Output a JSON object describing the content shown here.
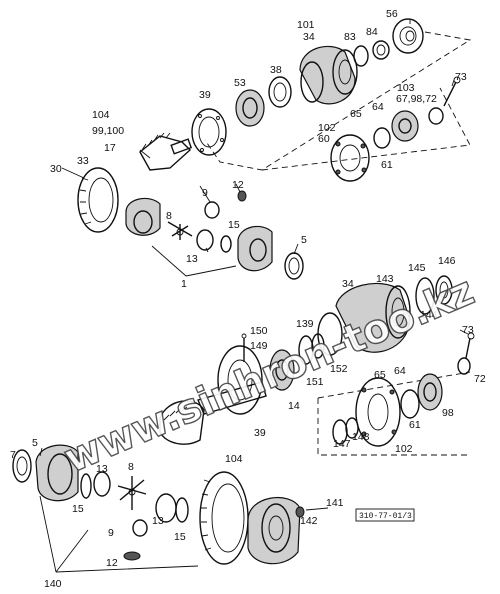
{
  "labels": {
    "l56": "56",
    "l101": "101",
    "l34a": "34",
    "l83": "83",
    "l84": "84",
    "l53": "53",
    "l38": "38",
    "l39a": "39",
    "l73a": "73",
    "l103": "103",
    "l6798": "67,98,72",
    "l65a": "65",
    "l64a": "64",
    "l104a": "104",
    "l99100": "99,100",
    "l17": "17",
    "l102a": "102",
    "l60": "60",
    "l61a": "61",
    "l30": "30",
    "l33": "33",
    "l12a": "12",
    "l9a": "9",
    "l8a": "8",
    "l15a": "15",
    "l13a": "13",
    "l5a": "5",
    "l1": "1",
    "l34b": "34",
    "l143": "143",
    "l145": "145",
    "l146": "146",
    "l139": "139",
    "l150": "150",
    "l149": "149",
    "l144": "144",
    "l73b": "73",
    "l65b": "65",
    "l64b": "64",
    "l151": "151",
    "l152": "152",
    "l14": "14",
    "l39b": "39",
    "l72": "72",
    "l98": "98",
    "l61b": "61",
    "l147": "147",
    "l148": "148",
    "l102b": "102",
    "l104b": "104",
    "l5b": "5",
    "l7": "7",
    "l13b": "13",
    "l8b": "8",
    "l15b": "15",
    "l9b": "9",
    "l13c": "13",
    "l15c": "15",
    "l12b": "12",
    "l141": "141",
    "l142": "142",
    "l140": "140"
  },
  "drawing_code": "310-77-01/3",
  "watermark": "www.sinhron-too.kz"
}
